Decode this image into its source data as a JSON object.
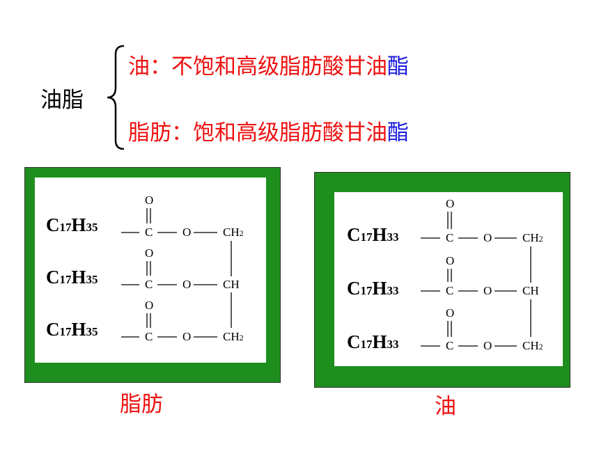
{
  "header": {
    "term": "油脂",
    "oil_line_prefix": "油：不饱和高级脂肪酸甘油",
    "oil_line_suffix": "酯",
    "fat_line_prefix": "脂肪：饱和高级脂肪酸甘油",
    "fat_line_suffix": "酯"
  },
  "fat_structure": {
    "caption": "脂肪",
    "chain_c": "C",
    "chain_c_sub": "17",
    "chain_h": "H",
    "chain_h_sub": "35",
    "carbonyl_o": "O",
    "carbon": "C",
    "ester_o": "O",
    "ch2": "CH",
    "ch2_sub": "2",
    "ch": "CH"
  },
  "oil_structure": {
    "caption": "油",
    "chain_c": "C",
    "chain_c_sub": "17",
    "chain_h": "H",
    "chain_h_sub": "33",
    "carbonyl_o": "O",
    "carbon": "C",
    "ester_o": "O",
    "ch2": "CH",
    "ch2_sub": "2",
    "ch": "CH"
  },
  "colors": {
    "frame_green": "#1e8f1e",
    "red_text": "#ee1111",
    "blue_text": "#1a1add"
  }
}
